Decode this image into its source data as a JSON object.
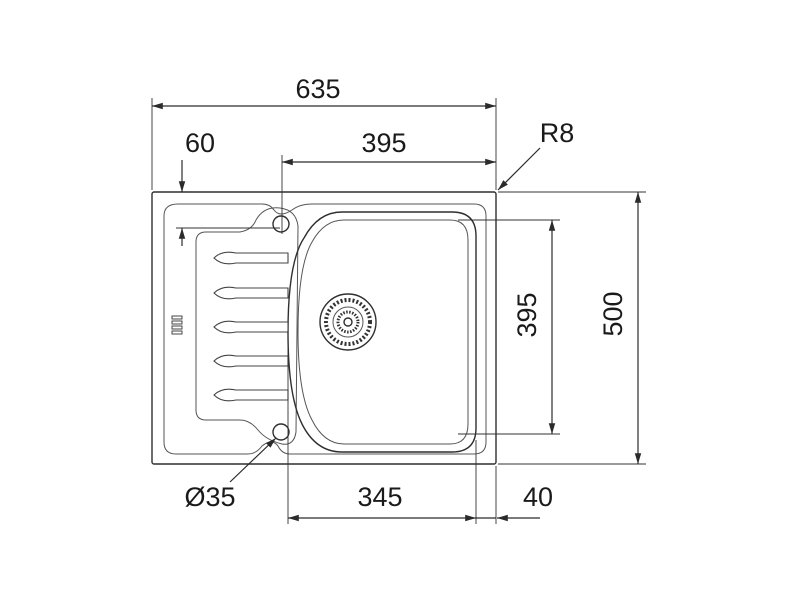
{
  "dimensions": {
    "overall_width": "635",
    "drainboard_offset": "60",
    "bowl_width_top": "395",
    "corner_radius": "R8",
    "bowl_depth": "395",
    "overall_depth": "500",
    "tap_hole": "Ø35",
    "bowl_width_bottom": "345",
    "edge_offset": "40"
  }
}
